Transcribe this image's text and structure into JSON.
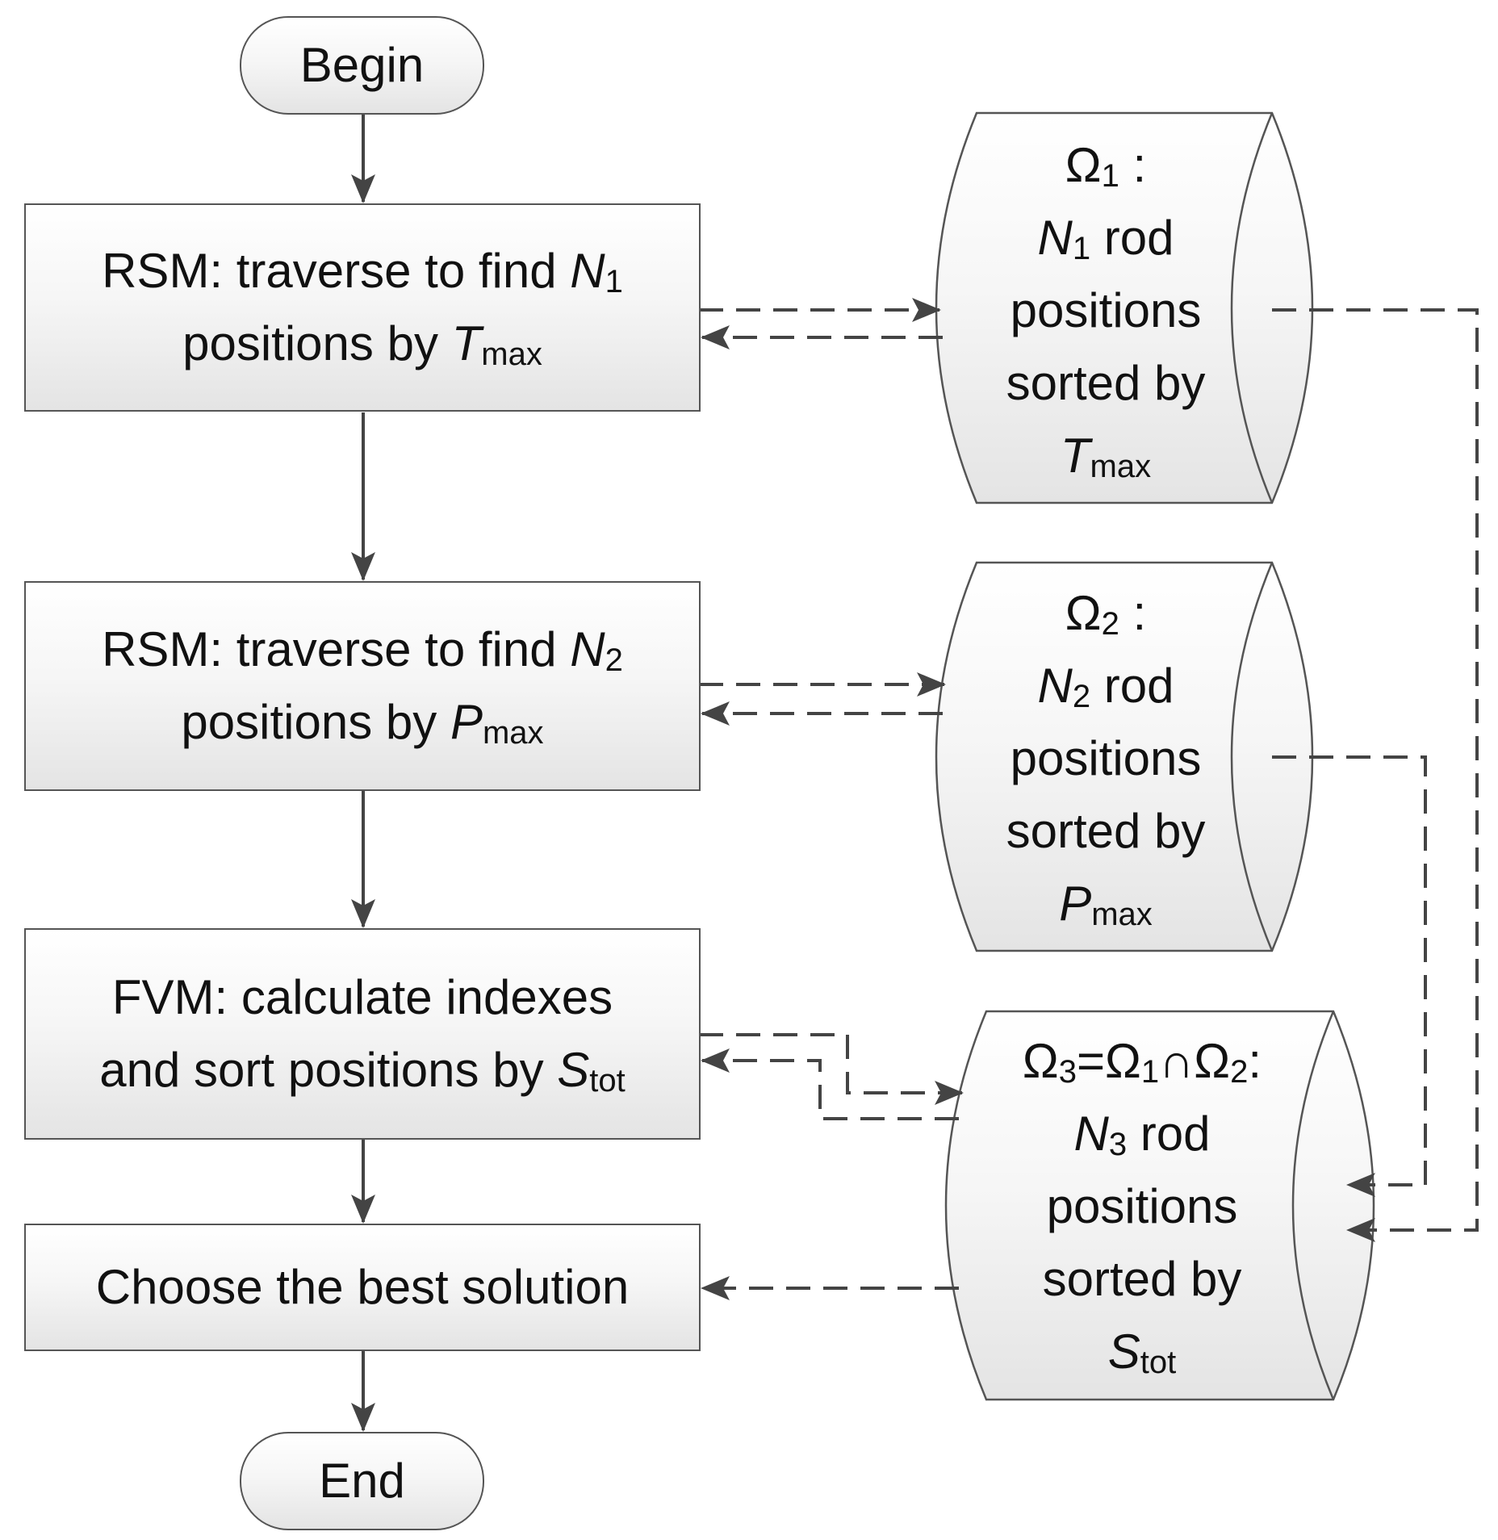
{
  "nodes": {
    "begin": {
      "text": "Begin"
    },
    "step1": {
      "prefix": "RSM: traverse to find ",
      "var": "N",
      "sub": "1",
      "line2": "positions by ",
      "var2": "T",
      "sub2": "max"
    },
    "step2": {
      "prefix": "RSM: traverse to find ",
      "var": "N",
      "sub": "2",
      "line2": "positions by ",
      "var2": "P",
      "sub2": "max"
    },
    "step3": {
      "line1": "FVM: calculate indexes",
      "line2": "and sort positions by ",
      "var": "S",
      "sub": "tot"
    },
    "step4": {
      "text": "Choose the best solution"
    },
    "end": {
      "text": "End"
    }
  },
  "stores": {
    "omega1": {
      "symbol": "Ω",
      "sub": "1",
      "colon": " :",
      "var": "N",
      "var_sub": "1",
      "rod": " rod",
      "l3": "positions",
      "l4": "sorted by",
      "key": "T",
      "key_sub": "max"
    },
    "omega2": {
      "symbol": "Ω",
      "sub": "2",
      "colon": " :",
      "var": "N",
      "var_sub": "2",
      "rod": " rod",
      "l3": "positions",
      "l4": "sorted by",
      "key": "P",
      "key_sub": "max"
    },
    "omega3": {
      "symbol": "Ω",
      "sub": "3",
      "eq": "=Ω",
      "sub_b": "1",
      "cap": "∩Ω",
      "sub_c": "2",
      "colon": ":",
      "var": "N",
      "var_sub": "3",
      "rod": " rod",
      "l3": "positions",
      "l4": "sorted by",
      "key": "S",
      "key_sub": "tot"
    }
  },
  "colors": {
    "line": "#444444",
    "border": "#555555",
    "text": "#111111"
  }
}
